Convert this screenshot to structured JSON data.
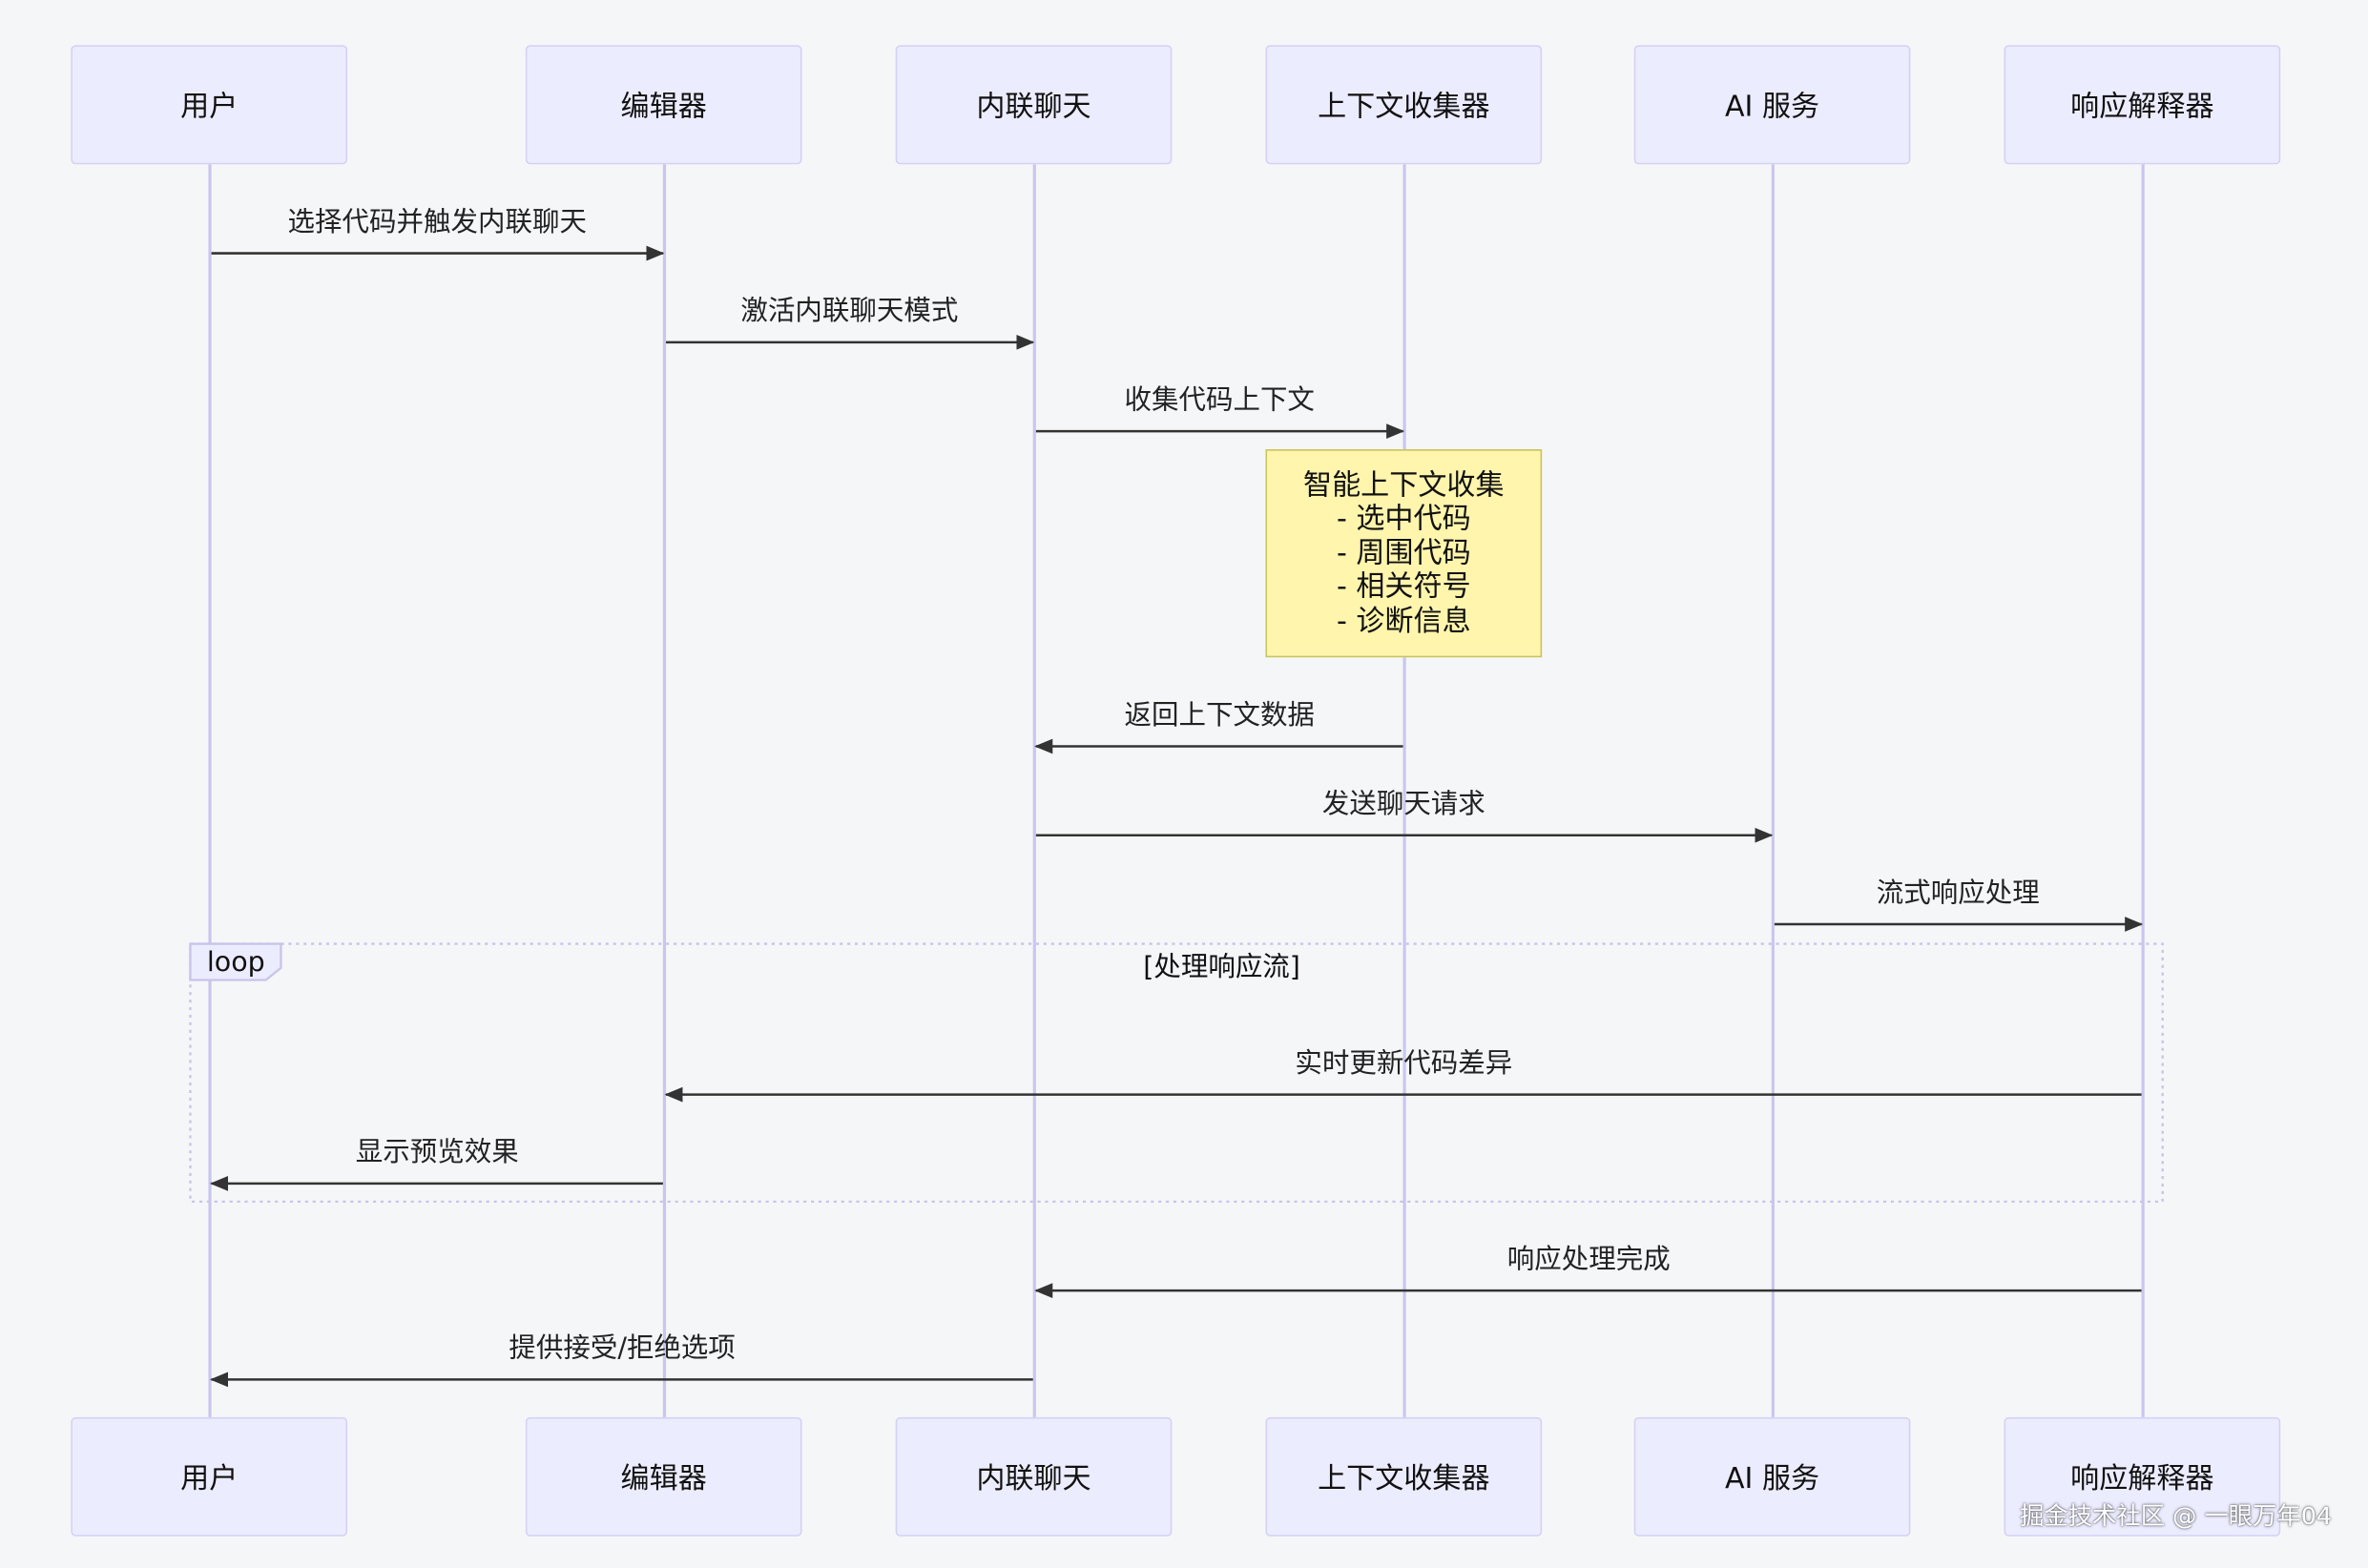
{
  "participants": [
    "用户",
    "编辑器",
    "内联聊天",
    "上下文收集器",
    "AI 服务",
    "响应解释器"
  ],
  "messages": [
    {
      "from": 0,
      "to": 1,
      "label": "选择代码并触发内联聊天"
    },
    {
      "from": 1,
      "to": 2,
      "label": "激活内联聊天模式"
    },
    {
      "from": 2,
      "to": 3,
      "label": "收集代码上下文"
    },
    {
      "from": 3,
      "to": 2,
      "label": "返回上下文数据"
    },
    {
      "from": 2,
      "to": 4,
      "label": "发送聊天请求"
    },
    {
      "from": 4,
      "to": 5,
      "label": "流式响应处理"
    },
    {
      "from": 5,
      "to": 1,
      "label": "实时更新代码差异"
    },
    {
      "from": 1,
      "to": 0,
      "label": "显示预览效果"
    },
    {
      "from": 5,
      "to": 2,
      "label": "响应处理完成"
    },
    {
      "from": 2,
      "to": 0,
      "label": "提供接受/拒绝选项"
    }
  ],
  "note": {
    "over": 3,
    "title": "智能上下文收集",
    "lines": [
      "- 选中代码",
      "- 周围代码",
      "- 相关符号",
      "- 诊断信息"
    ]
  },
  "loop": {
    "label": "loop",
    "condition": "[处理响应流]"
  },
  "watermark": "掘金技术社区 @ 一眼万年04",
  "colors": {
    "actor_fill": "#ececff",
    "actor_border": "#d4d1f5",
    "lifeline": "#c9c6ee",
    "note_fill": "#fff5ad",
    "note_border": "#c9c35f",
    "arrow": "#333333",
    "background": "#f5f6f8"
  }
}
